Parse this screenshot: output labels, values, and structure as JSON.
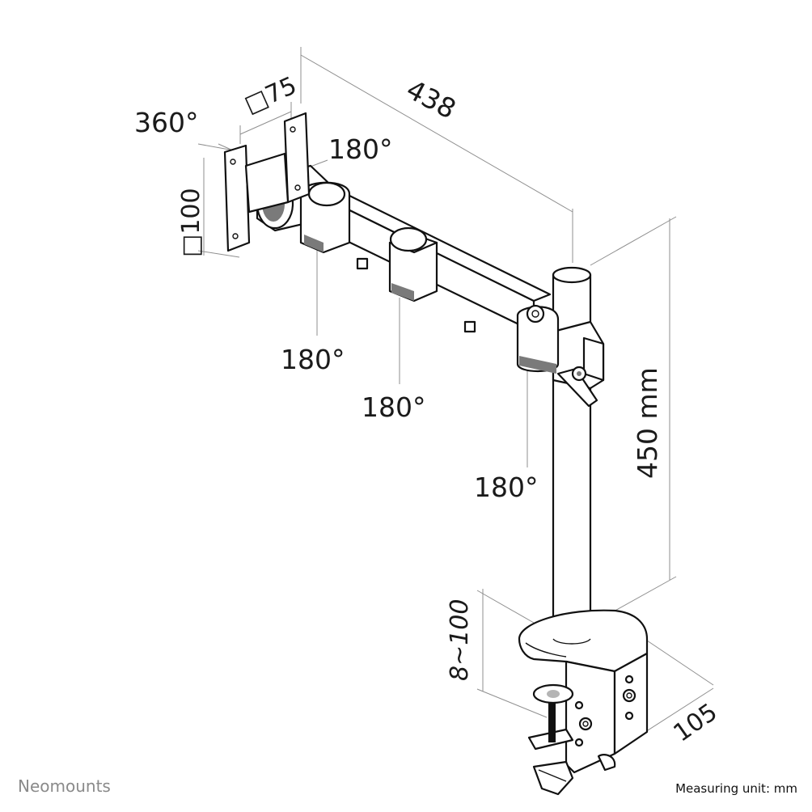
{
  "labels": {
    "rotate_360": "360°",
    "vesa_75": "□75",
    "vesa_100": "□100",
    "reach": "438",
    "tilt_180_head": "180°",
    "swivel_180_a": "180°",
    "swivel_180_b": "180°",
    "swivel_180_pole": "180°",
    "pole_height": "450 mm",
    "clamp_range": "8~100",
    "clamp_depth": "105"
  },
  "footer": {
    "brand": "Neomounts",
    "units": "Measuring unit: mm"
  }
}
